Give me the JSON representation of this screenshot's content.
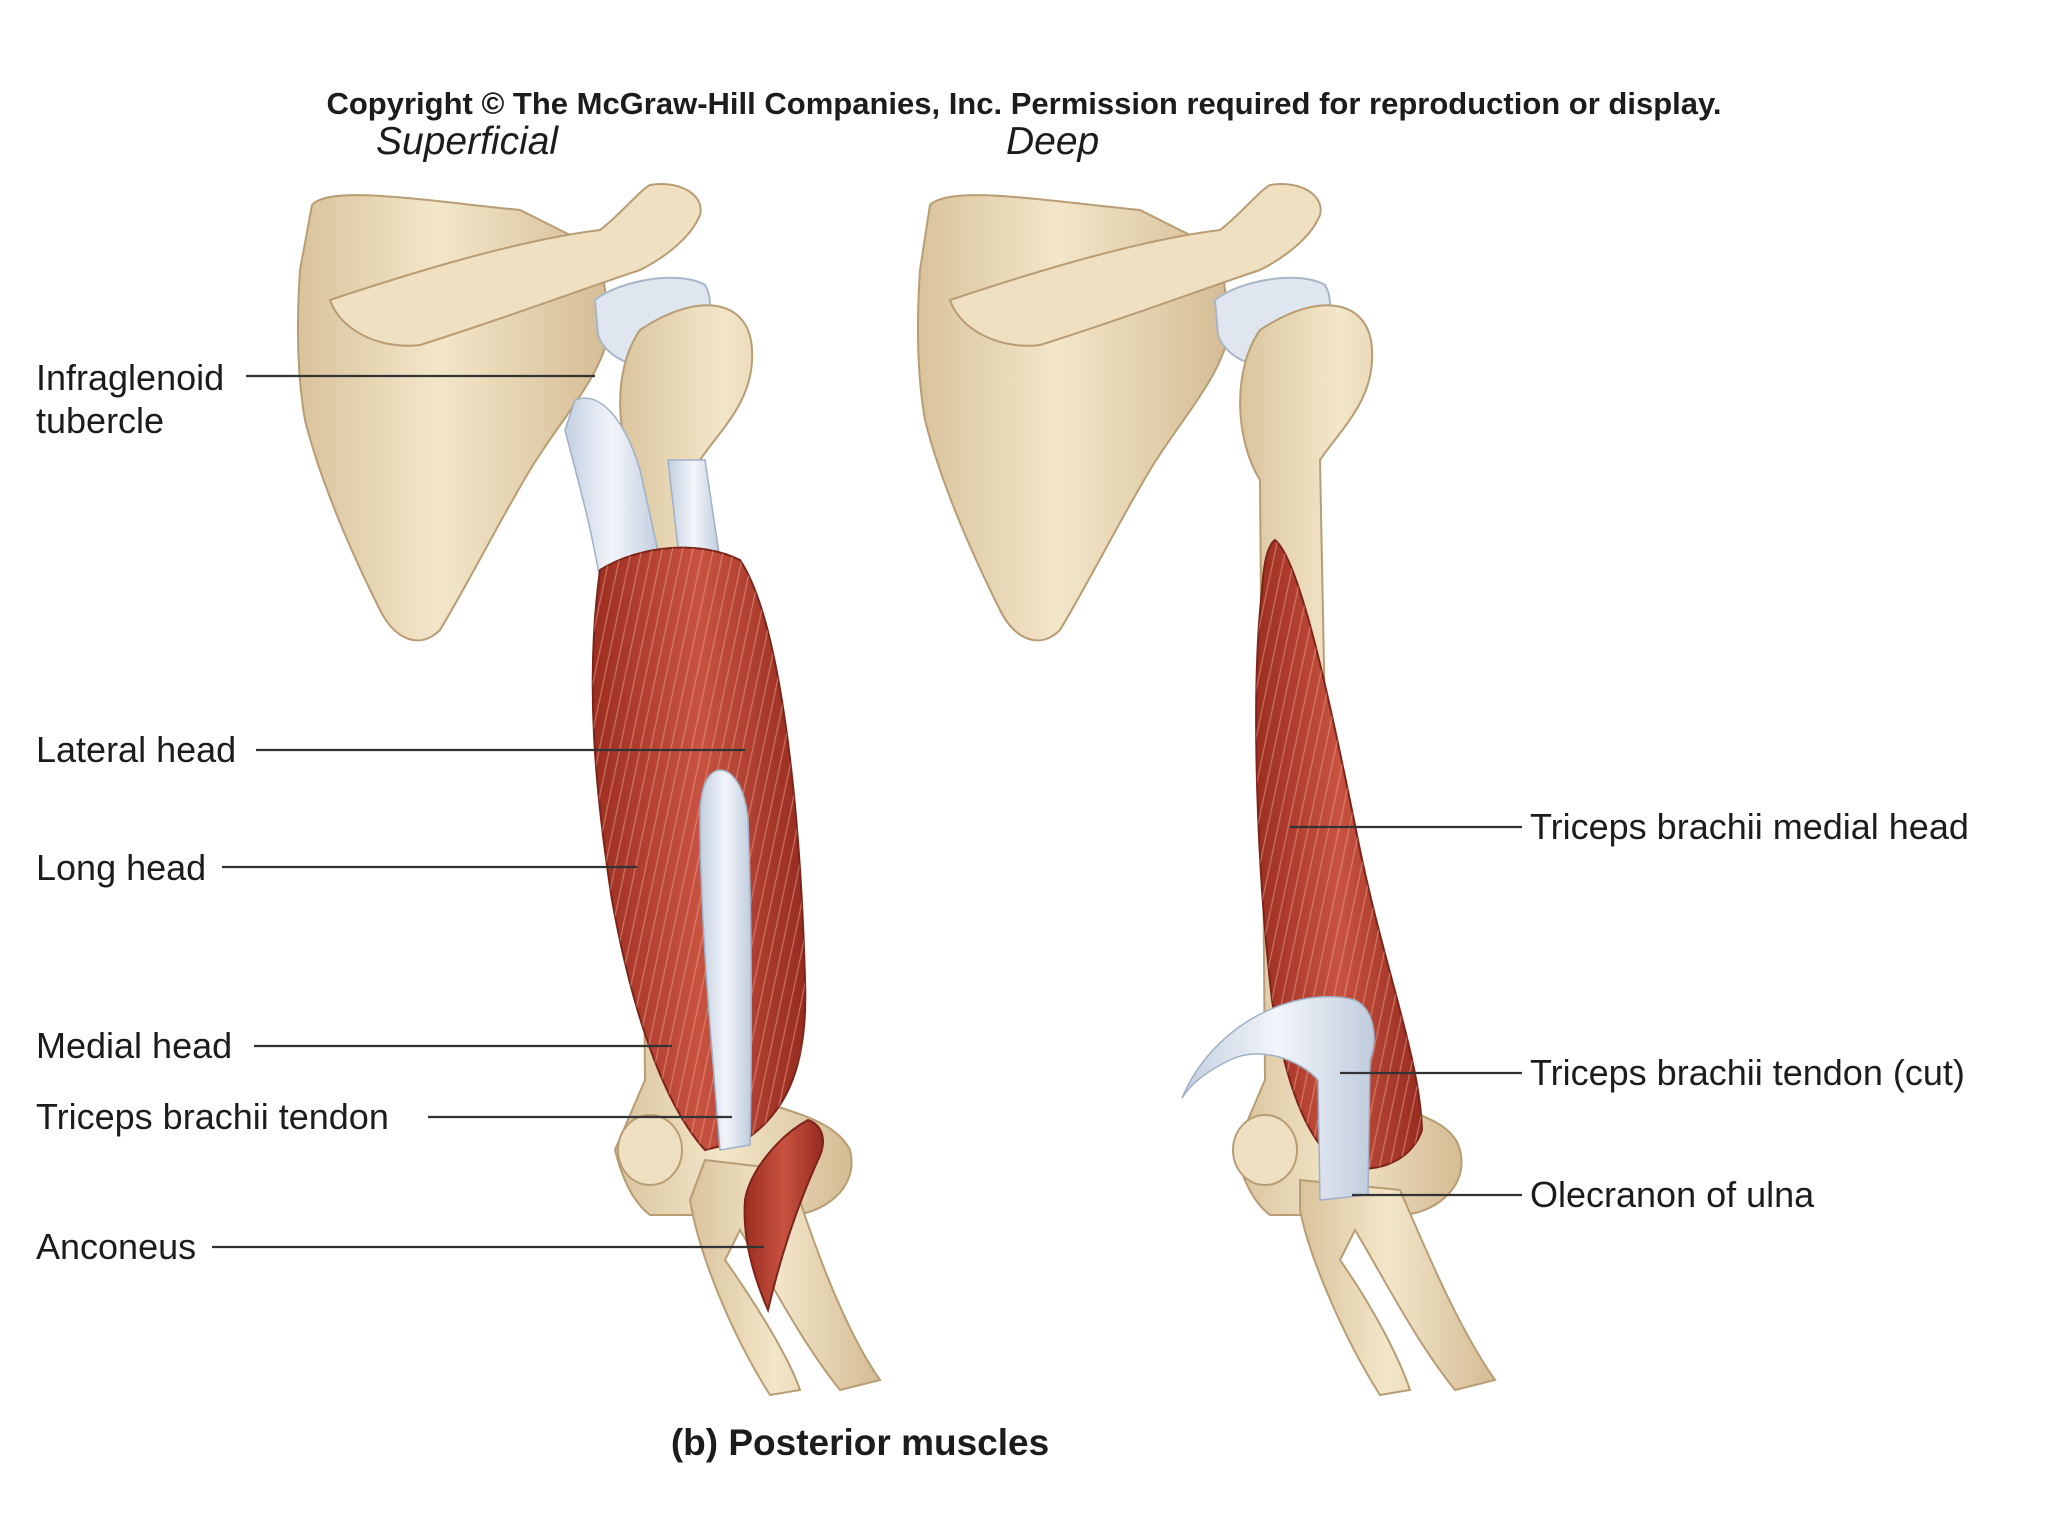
{
  "copyright": "Copyright © The McGraw-Hill Companies, Inc. Permission required for reproduction or display.",
  "panels": {
    "superficial": {
      "title": "Superficial"
    },
    "deep": {
      "title": "Deep"
    }
  },
  "labels": {
    "infraglenoid_tubercle": "Infraglenoid\ntubercle",
    "lateral_head": "Lateral head",
    "long_head": "Long head",
    "medial_head": "Medial head",
    "triceps_tendon": "Triceps brachii tendon",
    "anconeus": "Anconeus",
    "triceps_medial_head": "Triceps brachii medial head",
    "triceps_tendon_cut": "Triceps brachii tendon (cut)",
    "olecranon": "Olecranon of ulna"
  },
  "caption": "(b) Posterior muscles",
  "colors": {
    "bone": "#ecdcbc",
    "bone_shadow": "#c9b28c",
    "cartilage": "#dde4ee",
    "muscle": "#b8402f",
    "muscle_dark": "#8f2a1e",
    "tendon": "#dde6f2",
    "leader_line": "#333333"
  }
}
